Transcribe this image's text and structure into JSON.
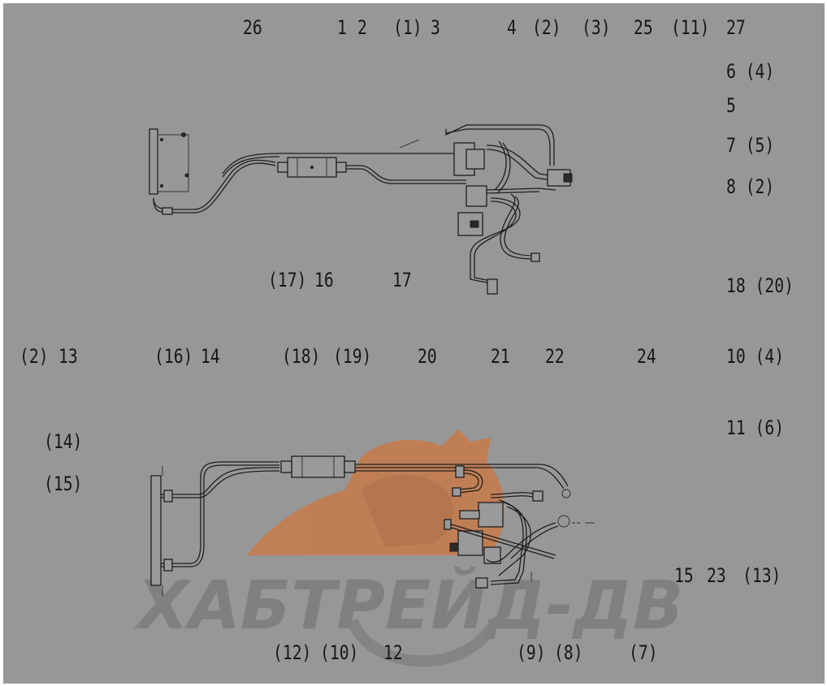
{
  "watermark": {
    "text": "ХАБТРЕЙД-ДВ",
    "logo_color": "#c87a4a",
    "text_color": "#808080"
  },
  "colors": {
    "background": "#979797",
    "lines": "#1e1e1e",
    "labels": "#161616"
  },
  "row1": [
    "26",
    "1",
    "2",
    "(1)",
    "3",
    "4",
    "(2)",
    "(3)",
    "25",
    "(11)",
    "27"
  ],
  "right_col_top": [
    "6 (4)",
    "5",
    "7 (5)",
    "8 (2)",
    "18 (20)"
  ],
  "upper_bottom_row": [
    "(17)",
    "16",
    "17"
  ],
  "middle_row": [
    "(2)",
    "13",
    "(16)",
    "14",
    "(18)",
    "(19)",
    "20",
    "21",
    "22",
    "24",
    "10 (4)"
  ],
  "right_col_bottom": [
    "11 (6)",
    "15",
    "23",
    "(13)"
  ],
  "left_col": [
    "(14)",
    "(15)"
  ],
  "bottom_row": [
    "(12)",
    "(10)",
    "12",
    "(9)",
    "(8)",
    "(7)"
  ]
}
